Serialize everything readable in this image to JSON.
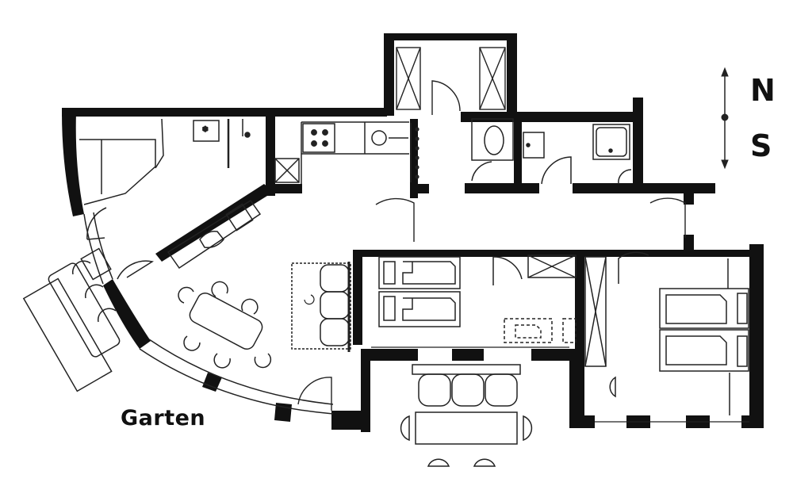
{
  "plan": {
    "garden_label": "Garten",
    "compass": {
      "north": "N",
      "south": "S"
    }
  },
  "colors": {
    "wall": "#111111",
    "line": "#222222",
    "paper": "#ffffff"
  }
}
